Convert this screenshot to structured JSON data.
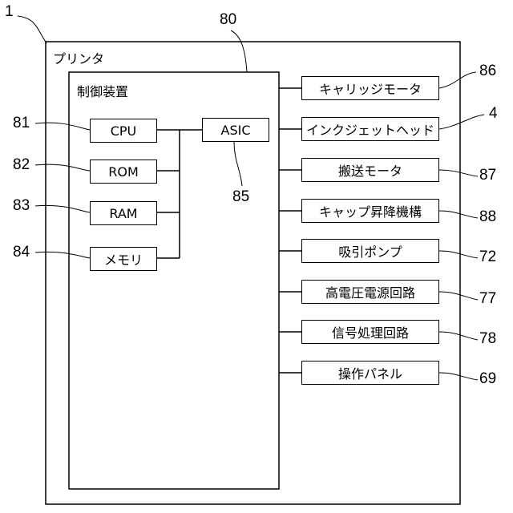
{
  "figure": {
    "printer": {
      "ref": "1",
      "label": "プリンタ"
    },
    "controller": {
      "ref": "80",
      "label": "制御装置",
      "components": [
        {
          "ref": "81",
          "label": "CPU"
        },
        {
          "ref": "82",
          "label": "ROM"
        },
        {
          "ref": "83",
          "label": "RAM"
        },
        {
          "ref": "84",
          "label": "メモリ"
        }
      ],
      "asic": {
        "ref": "85",
        "label": "ASIC"
      }
    },
    "peripherals": [
      {
        "ref": "86",
        "label": "キャリッジモータ"
      },
      {
        "ref": "4",
        "label": "インクジェットヘッド"
      },
      {
        "ref": "87",
        "label": "搬送モータ"
      },
      {
        "ref": "88",
        "label": "キャップ昇降機構"
      },
      {
        "ref": "72",
        "label": "吸引ポンプ"
      },
      {
        "ref": "77",
        "label": "高電圧電源回路"
      },
      {
        "ref": "78",
        "label": "信号処理回路"
      },
      {
        "ref": "69",
        "label": "操作パネル"
      }
    ]
  }
}
